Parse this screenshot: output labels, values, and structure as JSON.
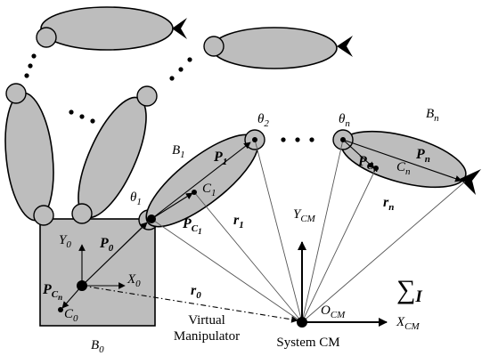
{
  "labels": {
    "B0": "B",
    "B0_sub": "0",
    "B1": "B",
    "B1_sub": "1",
    "Bn": "B",
    "Bn_sub": "n",
    "theta1": "θ",
    "theta1_sub": "1",
    "theta2": "θ",
    "theta2_sub": "2",
    "thetan": "θ",
    "thetan_sub": "n",
    "P1": "P",
    "P1_sub": "1",
    "Pn": "P",
    "Pn_sub": "n",
    "P0": "P",
    "P0_sub": "0",
    "PC1": "P",
    "PC1_sub": "C",
    "PC1_subsub": "1",
    "PCn_link": "P",
    "PCn_link_sub": "C",
    "PCn_link_subsub": "n",
    "PCn_base": "P",
    "PCn_base_sub": "C",
    "PCn_base_subsub": "n",
    "C1": "C",
    "C1_sub": "1",
    "Cn": "C",
    "Cn_sub": "n",
    "C0": "C",
    "C0_sub": "0",
    "r1": "r",
    "r1_sub": "1",
    "rn": "r",
    "rn_sub": "n",
    "r0": "r",
    "r0_sub": "0",
    "X0": "X",
    "X0_sub": "0",
    "Y0": "Y",
    "Y0_sub": "0",
    "XCM": "X",
    "XCM_sub": "CM",
    "YCM": "Y",
    "YCM_sub": "CM",
    "OCM": "O",
    "OCM_sub": "CM",
    "sum_symbol": "∑",
    "sum_sub": "I",
    "virtual_manipulator_line1": "Virtual",
    "virtual_manipulator_line2": "Manipulator",
    "system_cm": "System CM"
  }
}
